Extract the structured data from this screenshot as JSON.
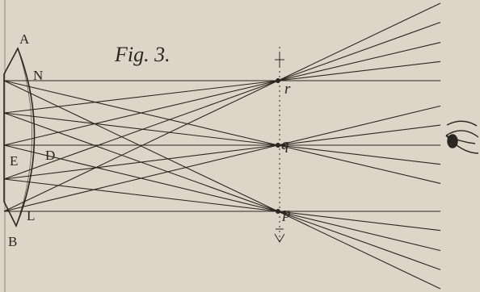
{
  "figure": {
    "title": "Fig. 3.",
    "labels": {
      "A": "A",
      "N": "N",
      "E": "E",
      "D": "D",
      "L": "L",
      "B": "B",
      "r": "r",
      "q": "q",
      "p": "p"
    }
  },
  "colors": {
    "paper": "#ddd6c8",
    "ink": "#2a2620"
  }
}
